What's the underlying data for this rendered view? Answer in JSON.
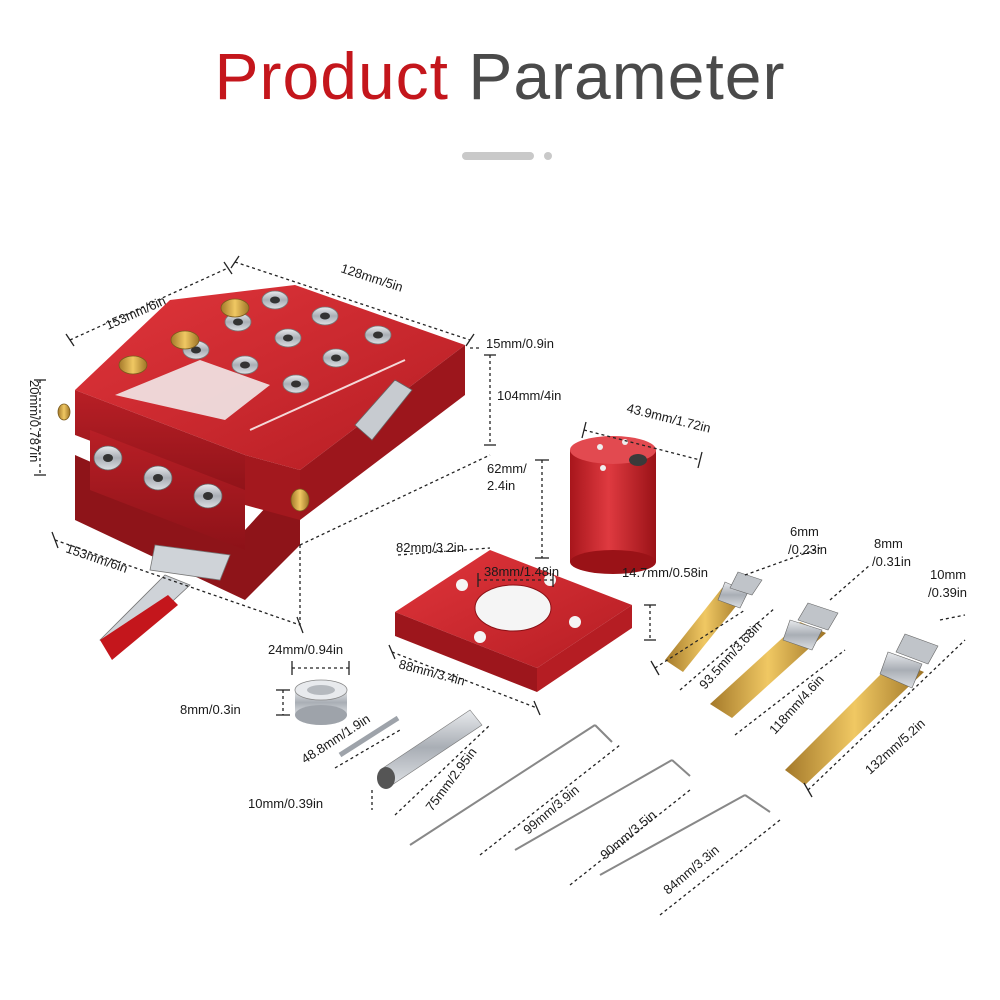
{
  "title": {
    "word1": "Product",
    "word2": "Parameter"
  },
  "colors": {
    "accent": "#c4161c",
    "dark": "#4a4a4a",
    "part_red": "#c8262d",
    "brass": "#c9a14a",
    "steel": "#b8bcc2"
  },
  "dimensions": {
    "jig_length_top": "128mm/5in",
    "jig_depth_left": "153mm/6in",
    "jig_height": "20mm/0.787in",
    "jig_thickness": "15mm/0.9in",
    "jig_width": "104mm/4in",
    "jig_base_depth": "153mm/6in",
    "collar_diameter": "24mm/0.94in",
    "collar_height": "8mm/0.3in",
    "hex_key_length": "48.8mm/1.9in",
    "sleeve_diameter": "10mm/0.39in",
    "sleeve_length": "75mm/2.95in",
    "template_length": "82mm/3.2in",
    "template_hole": "38mm/1.48in",
    "template_thickness": "14.7mm/0.58in",
    "template_width": "88mm/3.4in",
    "cylinder_diameter": "43.9mm/1.72in",
    "cylinder_height_1": "62mm/",
    "cylinder_height_2": "2.4in",
    "bit6_name_1": "6mm",
    "bit6_name_2": "/0.23in",
    "bit6_length": "93.5mm/3.68in",
    "bit8_name_1": "8mm",
    "bit8_name_2": "/0.31in",
    "bit8_length": "118mm/4.6in",
    "bit10_name_1": "10mm",
    "bit10_name_2": "/0.39in",
    "bit10_length": "132mm/5.2in",
    "rod1_length": "99mm/3.9in",
    "rod2_length": "90mm/3.5in",
    "rod3_length": "84mm/3.3in"
  }
}
